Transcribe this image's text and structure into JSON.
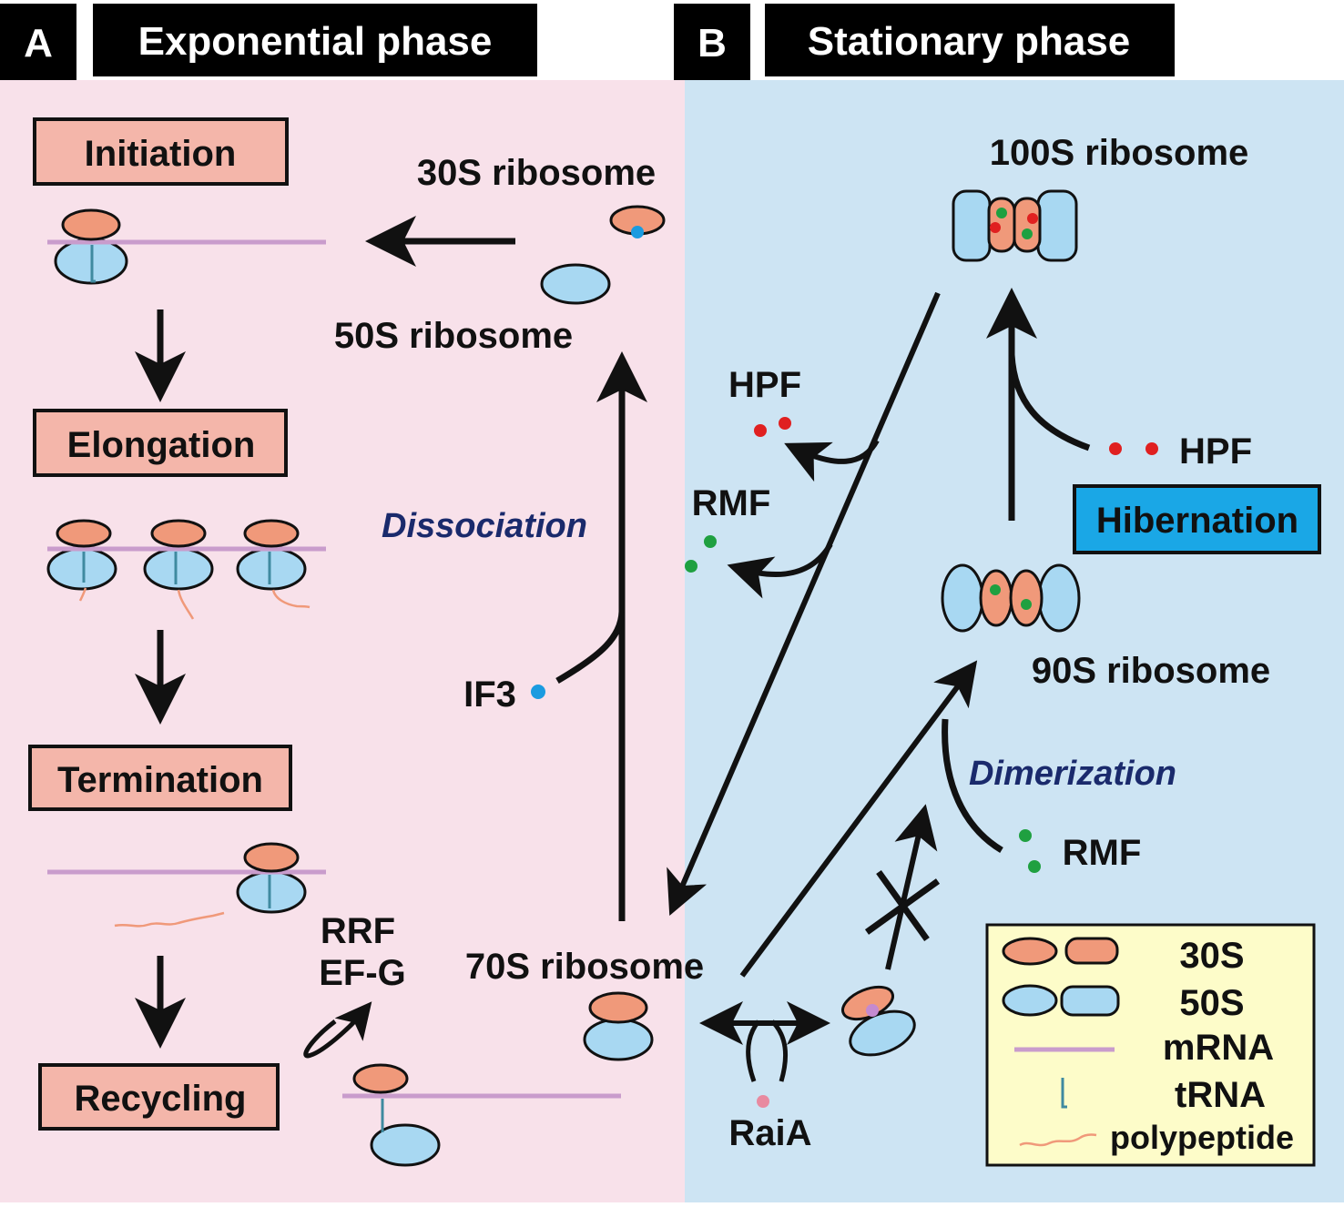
{
  "panels": {
    "a": {
      "letter": "A",
      "title": "Exponential phase",
      "bg": "#f8e1ea"
    },
    "b": {
      "letter": "B",
      "title": "Stationary phase",
      "bg": "#cde4f3"
    }
  },
  "stages": {
    "initiation": "Initiation",
    "elongation": "Elongation",
    "termination": "Termination",
    "recycling": "Recycling",
    "hibernation": "Hibernation"
  },
  "labels": {
    "ribosome_30s": "30S ribosome",
    "ribosome_50s": "50S ribosome",
    "ribosome_70s": "70S ribosome",
    "ribosome_100s": "100S ribosome",
    "ribosome_90s": "90S ribosome",
    "dissociation": "Dissociation",
    "dimerization": "Dimerization",
    "if3": "IF3",
    "rrf": "RRF",
    "efg": "EF-G",
    "hpf_release": "HPF",
    "rmf_release": "RMF",
    "hpf_bind": "HPF",
    "rmf_bind": "RMF",
    "raia": "RaiA"
  },
  "legend": {
    "s30": "30S",
    "s50": "50S",
    "mrna": "mRNA",
    "trna": "tRNA",
    "polypeptide": "polypeptide"
  },
  "colors": {
    "subunit_30s": "#f0997a",
    "subunit_50s": "#a8d8f2",
    "mrna": "#c99ccc",
    "trna": "#3f8aa0",
    "polypeptide": "#f0997a",
    "stage_box": "#f4b6aa",
    "hibernation_box": "#1aa7e6",
    "legend_bg": "#fdfcc9",
    "hpf_dot": "#e02020",
    "rmf_dot": "#1fa040",
    "if3_dot": "#1a9be0",
    "raia_dot": "#e88aa0"
  }
}
